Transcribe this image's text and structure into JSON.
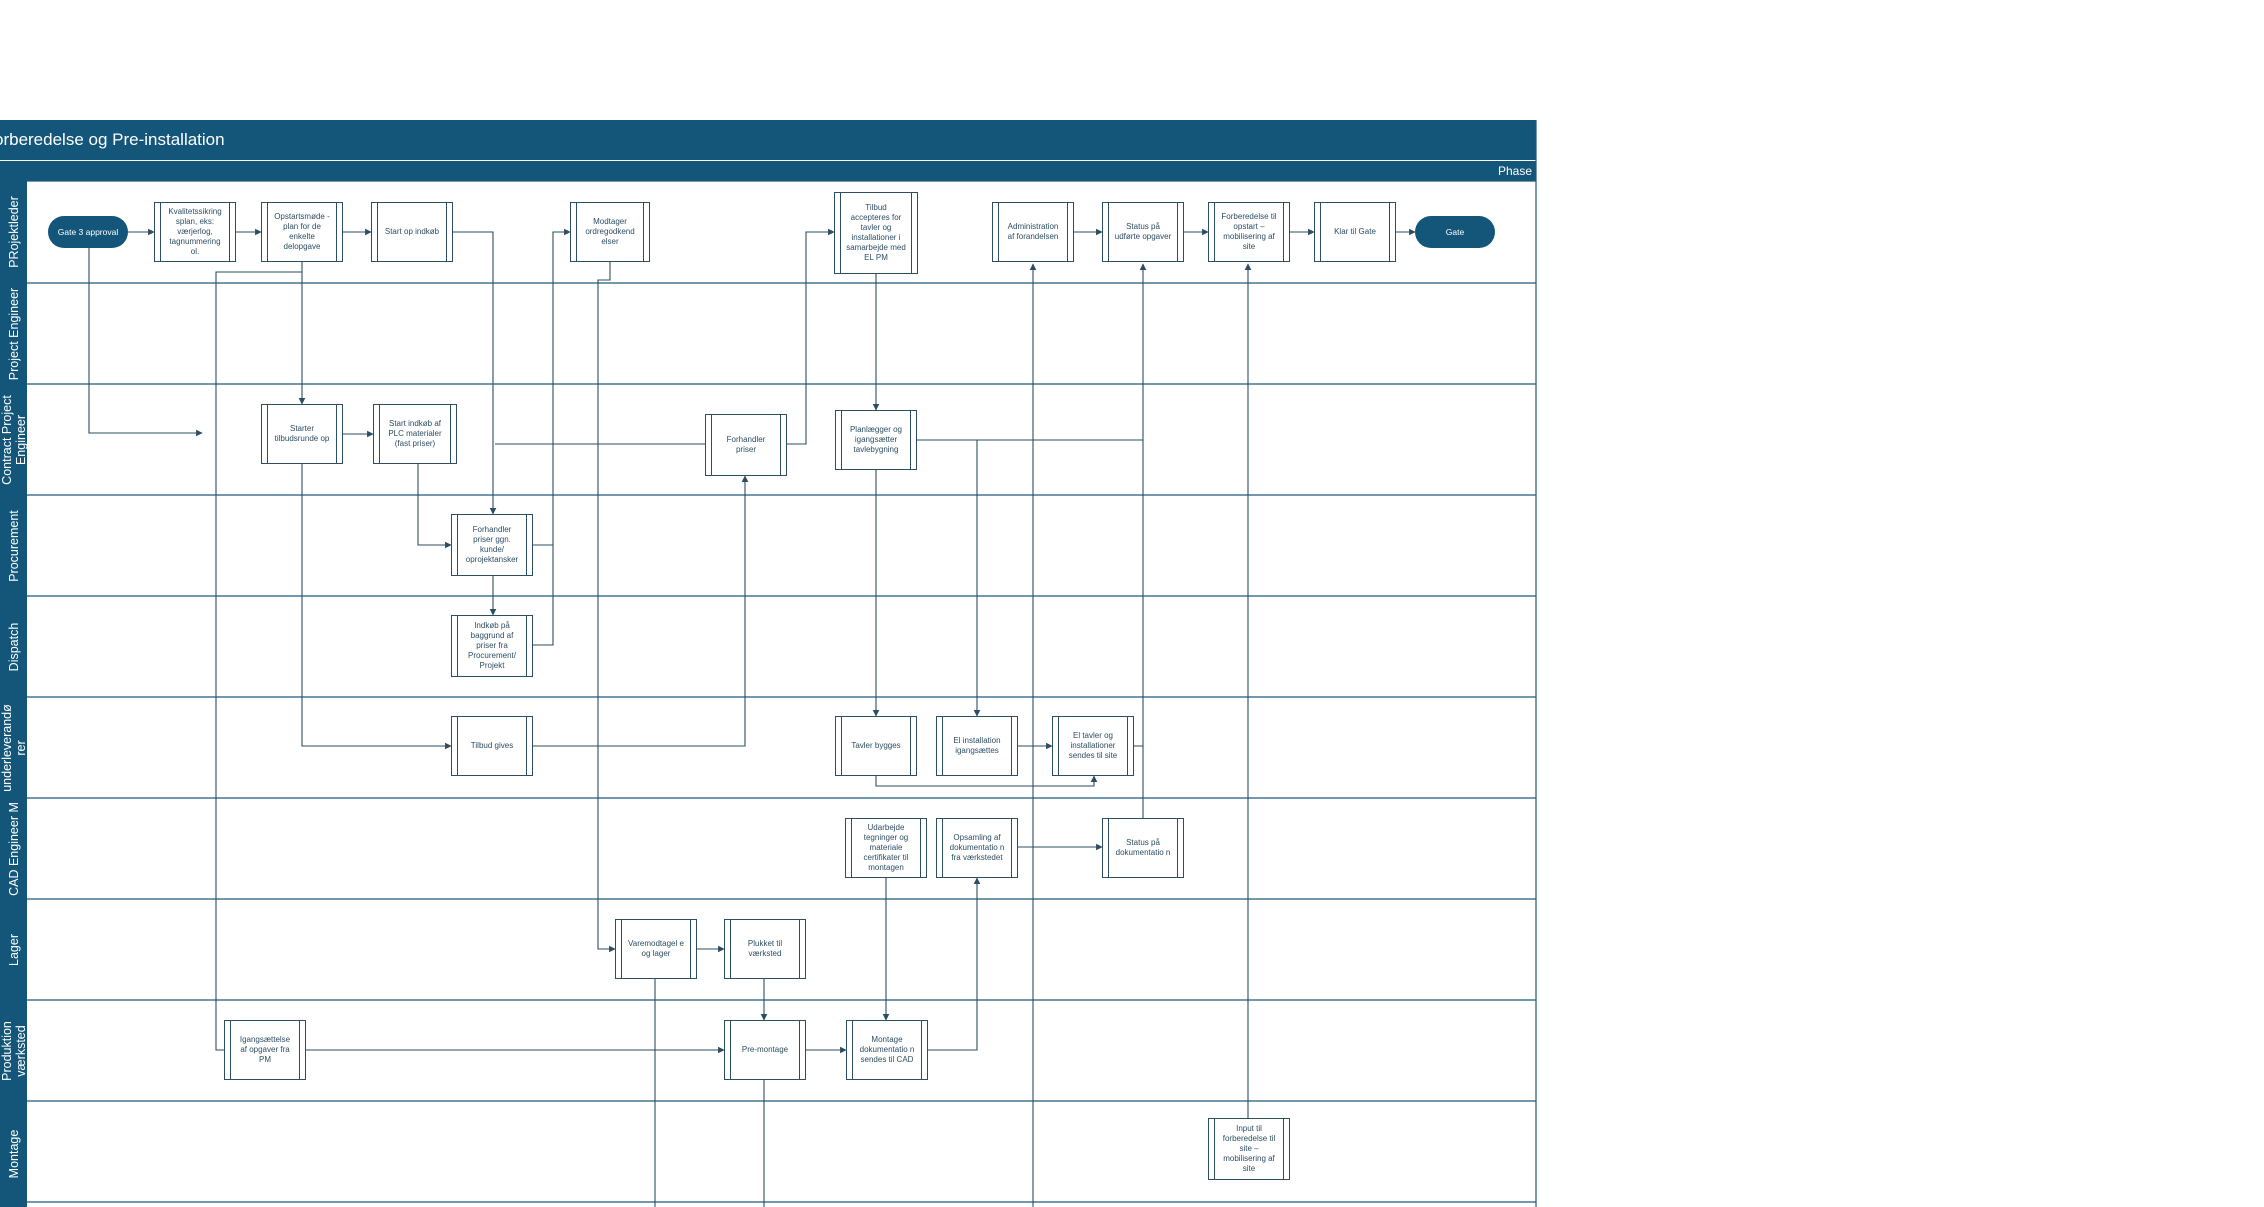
{
  "header": {
    "title": "orberedelse og Pre-installation",
    "phase": "Phase"
  },
  "lanes": [
    {
      "label": "PRojektleder"
    },
    {
      "label": "Project Engineer"
    },
    {
      "label": "Contract Project\nEngineer"
    },
    {
      "label": "Procurement"
    },
    {
      "label": "Dispatch"
    },
    {
      "label": "underleverandø\nrer"
    },
    {
      "label": "CAD Engineer M"
    },
    {
      "label": "Lager"
    },
    {
      "label": "Produktion\nværksted"
    },
    {
      "label": "Montage"
    }
  ],
  "terminals": {
    "gate3": "Gate 3 approval",
    "gate": "Gate"
  },
  "steps": {
    "kvalitet": "Kvalitetssikring splan, eks: værjerlog, tagnummering ol.",
    "opstart": "Opstartsmøde - plan for de enkelte delopgave",
    "startindkob": "Start op indkøb",
    "modtager": "Modtager ordregodkend elser",
    "tilbudacc": "Tilbud accepteres for tavler og installationer i samarbejde med EL PM",
    "admin": "Administration af forandelsen",
    "status1": "Status på udførte opgaver",
    "forbered": "Forberedelse til opstart – mobilisering af site",
    "klar": "Klar til Gate",
    "starter": "Starter tilbudsrunde op",
    "plc": "Start indkøb af PLC materialer (fast priser)",
    "forhandler": "Forhandler priser",
    "planlaegger": "Planlægger og igangsætter tavlebygning",
    "forhandlerkunde": "Forhandler priser ggn. kunde/ oprojektansker",
    "indkob": "Indkøb på baggrund af priser fra Procurement/ Projekt",
    "tilbudgives": "Tilbud gives",
    "tavlerbygges": "Tavler bygges",
    "elinst": "El installation igangsættes",
    "eltavler": "El tavler og installationer sendes til site",
    "udarbejde": "Udarbejde tegninger og materiale certifikater til montagen",
    "opsamling": "Opsamling af dokumentatio n fra værkstedet",
    "statusdok": "Status på dokumentatio n",
    "varemodtag": "Varemodtagel e og lager",
    "plukket": "Plukket til værksted",
    "igangs": "Igangsættelse af opgaver fra PM",
    "premontage": "Pre-montage",
    "montagedok": "Montage dokumentatio n sendes til CAD",
    "input": "Input til forberedelse til site – mobilisering af site"
  },
  "colors": {
    "header": "#13567a",
    "line": "#2d4e62",
    "grid": "#1f5a7a"
  }
}
